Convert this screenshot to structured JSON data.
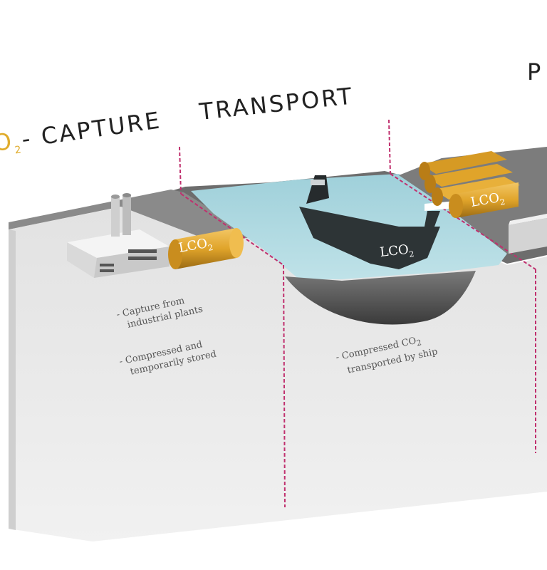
{
  "headers": {
    "capture_prefix": "O",
    "capture_prefix_sub": "2",
    "capture": "- CAPTURE",
    "transport": "TRANSPORT",
    "partial_right": "P"
  },
  "notes": {
    "capture_1_line1": "- Capture from",
    "capture_1_line2": "industrial plants",
    "capture_2_line1": "- Compressed and",
    "capture_2_line2": "temporarily stored",
    "transport_line1": "- Compressed CO",
    "transport_line1_sub": "2",
    "transport_line2": "transported by ship"
  },
  "tank_labels": {
    "capture_tank": "LCO",
    "capture_tank_sub": "2",
    "ship": "LCO",
    "ship_sub": "2",
    "port_tank": "LCO",
    "port_tank_sub": "2"
  },
  "colors": {
    "accent_co2": "#e0ac2c",
    "divider": "#c0306e",
    "water": "#a9d6df",
    "ground_top": "#6d6d6d",
    "block_face": "#e4e4e4",
    "tank": "#e0a42a"
  }
}
